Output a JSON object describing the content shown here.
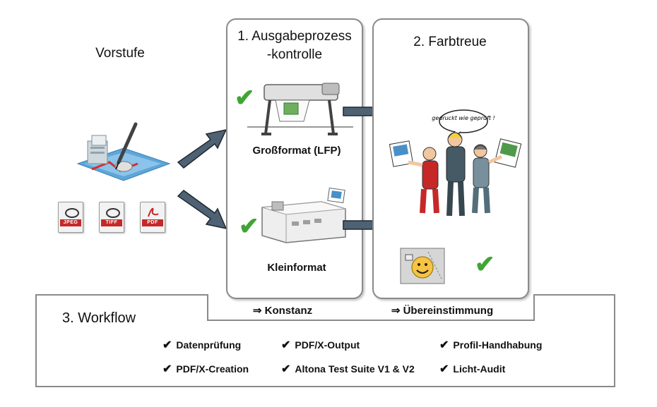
{
  "prepress": {
    "title": "Vorstufe"
  },
  "section1": {
    "title_line1": "1. Ausgabeprozess",
    "title_line2": "-kontrolle",
    "large_format_caption": "Großformat (LFP)",
    "small_format_caption": "Kleinformat"
  },
  "section2": {
    "title": "2. Farbtreue",
    "speech_text": "gedruckt wie geprüft !"
  },
  "section3": {
    "title": "3. Workflow",
    "result_left": "⇒ Konstanz",
    "result_right": "⇒ Übereinstimmung",
    "items": [
      "Datenprüfung",
      "PDF/X-Output",
      "Profil-Handhabung",
      "PDF/X-Creation",
      "Altona Test Suite V1 & V2",
      "Licht-Audit"
    ]
  },
  "file_icons": [
    "JPEG",
    "TIFF",
    "PDF"
  ],
  "colors": {
    "check_green": "#3fa535",
    "arrow_fill": "#4f6274",
    "panel_border": "#8a8a8a"
  }
}
